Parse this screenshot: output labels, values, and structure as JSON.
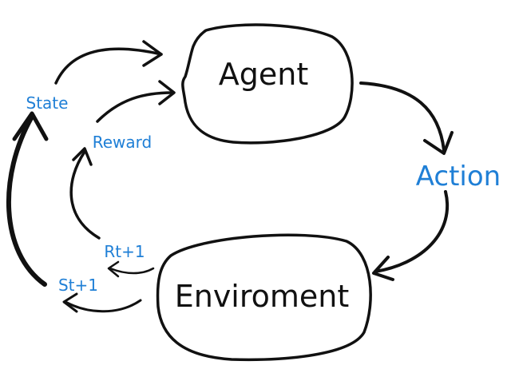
{
  "colors": {
    "ink": "#111111",
    "label_blue": "#1f7fd6",
    "background": "#ffffff"
  },
  "nodes": {
    "agent": {
      "label": "Agent"
    },
    "environment": {
      "label": "Enviroment"
    }
  },
  "edges": {
    "action": {
      "label": "Action"
    },
    "state": {
      "label": "State"
    },
    "reward": {
      "label": "Reward"
    },
    "next_state": {
      "label": "St+1"
    },
    "next_reward": {
      "label": "Rt+1"
    }
  }
}
